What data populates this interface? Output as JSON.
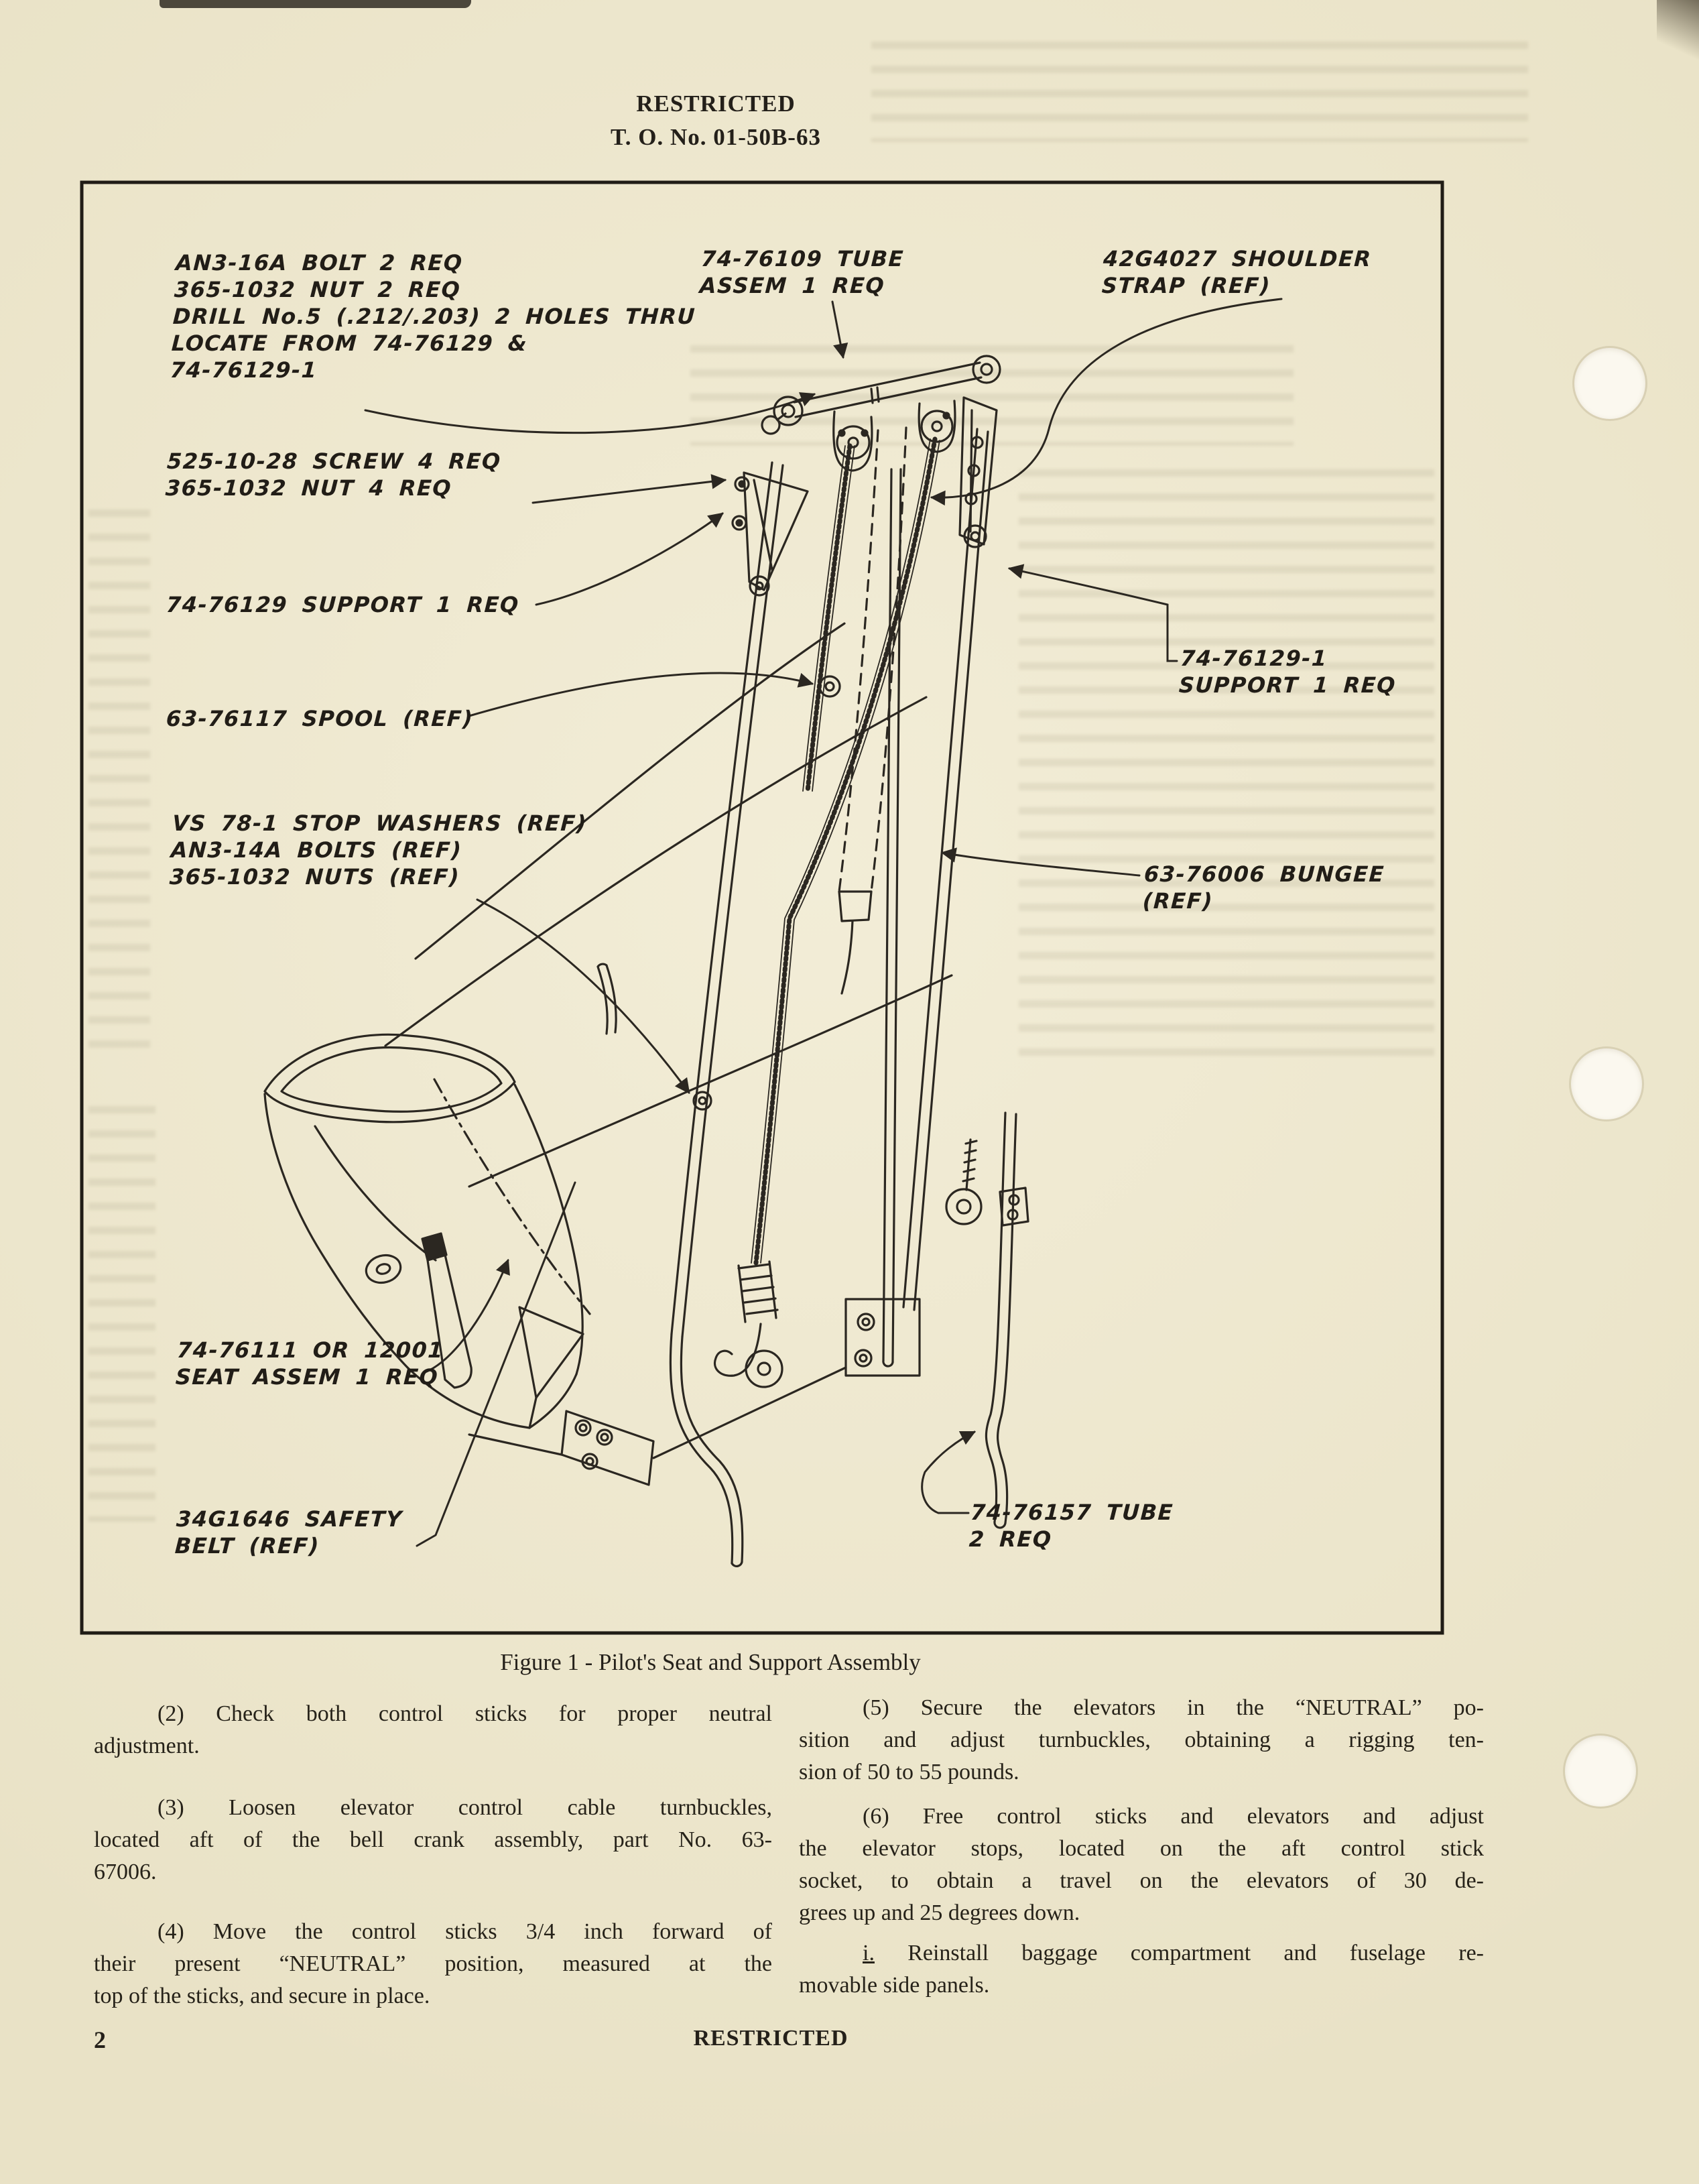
{
  "colors": {
    "paper": "#e9e2c6",
    "ink": "#2b2721"
  },
  "header": {
    "classification": "RESTRICTED",
    "to_number": "T. O. No. 01-50B-63"
  },
  "figure": {
    "caption": "Figure 1 - Pilot's Seat and Support Assembly",
    "callouts": [
      {
        "id": "bolt-block",
        "lines": [
          "AN3-16A BOLT 2 REQ",
          "365-1032 NUT 2 REQ",
          "DRILL No.5 (.212/.203) 2 HOLES THRU",
          "LOCATE FROM 74-76129 &",
          "74-76129-1"
        ]
      },
      {
        "id": "tube-assem",
        "lines": [
          "74-76109 TUBE",
          "ASSEM 1 REQ"
        ]
      },
      {
        "id": "shoulder-strap",
        "lines": [
          "42G4027 SHOULDER",
          "STRAP (REF)"
        ]
      },
      {
        "id": "screw-nut",
        "lines": [
          "525-10-28 SCREW 4 REQ",
          "365-1032 NUT 4 REQ"
        ]
      },
      {
        "id": "support",
        "lines": [
          "74-76129 SUPPORT 1 REQ"
        ]
      },
      {
        "id": "spool",
        "lines": [
          "63-76117 SPOOL (REF)"
        ]
      },
      {
        "id": "stop-washers",
        "lines": [
          "VS 78-1 STOP WASHERS (REF)",
          "AN3-14A BOLTS (REF)",
          "365-1032 NUTS (REF)"
        ]
      },
      {
        "id": "support-1",
        "lines": [
          "74-76129-1",
          "SUPPORT 1 REQ"
        ]
      },
      {
        "id": "bungee",
        "lines": [
          "63-76006 BUNGEE",
          "(REF)"
        ]
      },
      {
        "id": "seat-assem",
        "lines": [
          "74-76111 OR 12001",
          "SEAT ASSEM 1 REQ"
        ]
      },
      {
        "id": "safety-belt",
        "lines": [
          "34G1646 SAFETY",
          "BELT (REF)"
        ]
      },
      {
        "id": "tube-157",
        "lines": [
          "74-76157 TUBE",
          "2 REQ"
        ]
      }
    ]
  },
  "body": {
    "left": [
      {
        "id": "p2",
        "lines": [
          "(2) Check both control sticks for proper neutral",
          "adjustment."
        ]
      },
      {
        "id": "p3",
        "lines": [
          "(3) Loosen elevator control cable turnbuckles,",
          "located aft of the bell crank assembly, part No. 63-",
          "67006."
        ]
      },
      {
        "id": "p4",
        "lines": [
          "(4) Move the control sticks 3/4 inch forward of",
          "their present “NEUTRAL” position, measured at the",
          "top of the sticks, and secure in place."
        ]
      }
    ],
    "right": [
      {
        "id": "p5",
        "lines": [
          "(5) Secure the elevators in the “NEUTRAL” po-",
          "sition and adjust turnbuckles, obtaining a rigging ten-",
          "sion of 50 to 55 pounds."
        ]
      },
      {
        "id": "p6",
        "lines": [
          "(6) Free control sticks and elevators and adjust",
          "the elevator stops, located on the aft control stick",
          "socket, to obtain a travel on the elevators of 30 de-",
          "grees up and 25 degrees down."
        ]
      },
      {
        "id": "pi",
        "lines": [
          "i. Reinstall baggage compartment and fuselage re-",
          "movable side panels."
        ]
      }
    ]
  },
  "footer": {
    "page_number": "2",
    "classification": "RESTRICTED"
  }
}
